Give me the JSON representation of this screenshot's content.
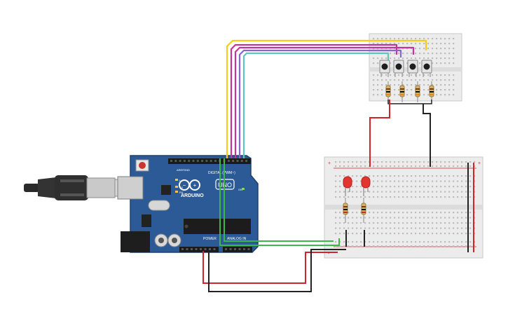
{
  "canvas": {
    "background": "#ffffff"
  },
  "board": {
    "brand": "ARDUINO",
    "model": "UNO",
    "label_digital": "DIGITAL (PWM~)",
    "label_power": "POWER",
    "label_analog": "ANALOG IN",
    "label_aref": "AREF",
    "label_gnd": "GND",
    "label_tx": "TX",
    "label_rx": "RX",
    "label_l": "L",
    "label_on": "ON",
    "color": "#2b5a96"
  },
  "wires": {
    "yellow": "#f5cc1c",
    "magenta": "#c2369a",
    "violet": "#8a64d4",
    "teal": "#5bc7c0",
    "green": "#3cb84a",
    "red": "#d2232a",
    "black": "#222222"
  },
  "components": {
    "leds": [
      "led-1",
      "led-2"
    ],
    "pushbuttons": [
      "button-1",
      "button-2",
      "button-3",
      "button-4"
    ],
    "resistors_small_board": 4,
    "resistors_main_board": 2,
    "led_color": "#e3342f"
  },
  "breadboard": {
    "plus_label": "+",
    "minus_label": "-"
  }
}
